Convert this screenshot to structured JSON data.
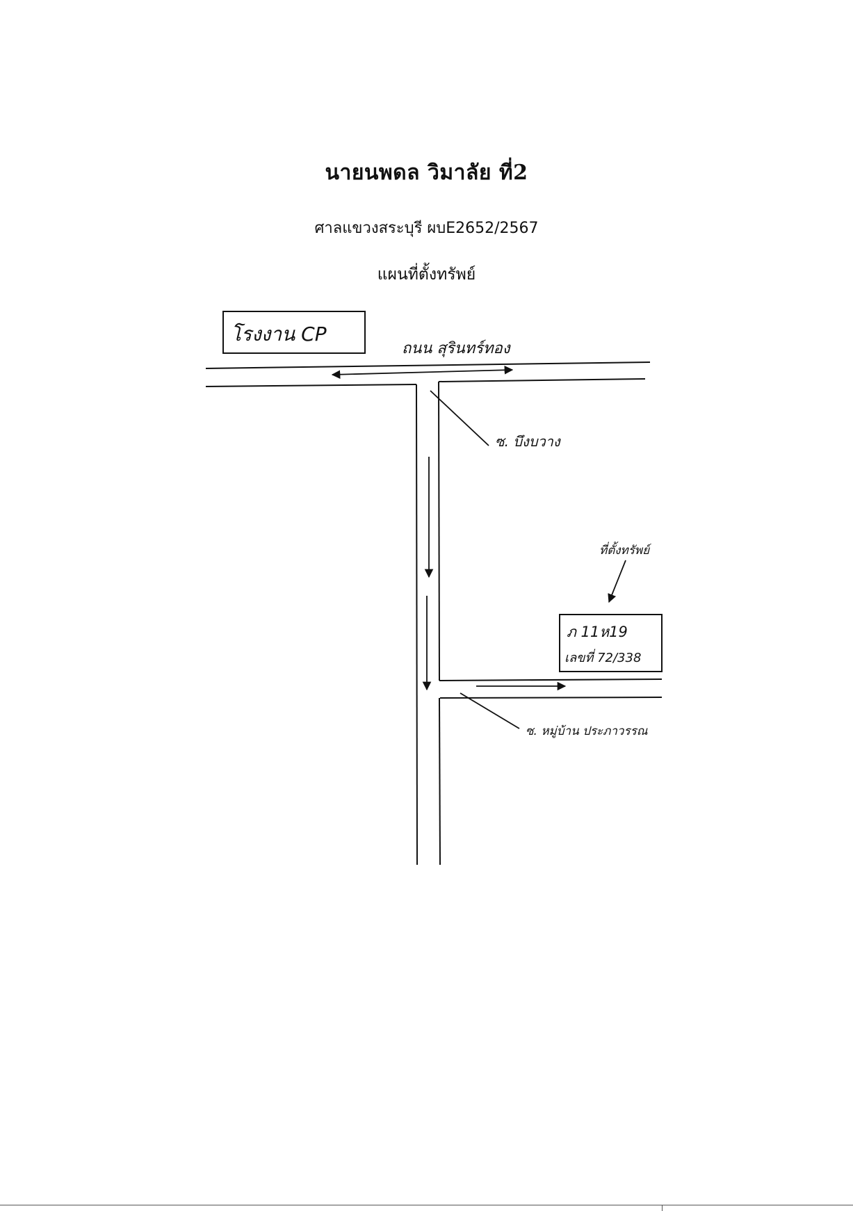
{
  "document": {
    "title": "นายนพดล วิมาลัย ที่2",
    "court_line": "ศาลแขวงสระบุรี ผบE2652/2567",
    "map_heading": "แผนที่ตั้งทรัพย์"
  },
  "map": {
    "landmark_box_label": "โรงงาน CP",
    "main_road_label": "ถนน สุรินทร์ทอง",
    "upper_soi_label": "ซ. บึงบวาง",
    "property_pointer_label": "ที่ตั้งทรัพย์",
    "property_box_line1": "ภ 11ห19",
    "property_box_line2": "เลขที่ 72/338",
    "lower_soi_label": "ซ. หมู่บ้าน ประภาวรรณ"
  },
  "colors": {
    "ink": "#111111",
    "paper": "#ffffff"
  }
}
